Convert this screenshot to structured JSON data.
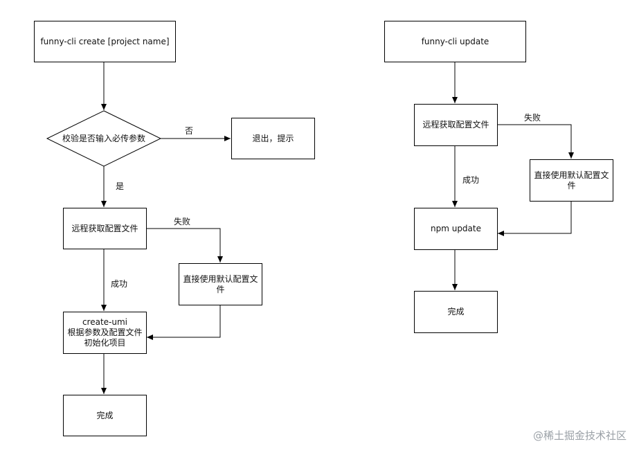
{
  "left_flow": {
    "start": "funny-cli create [project name]",
    "check": "校验是否输入必传参数",
    "no_label": "否",
    "exit": "退出，提示",
    "yes_label": "是",
    "fetch": "远程获取配置文件",
    "fail_label": "失败",
    "default": "直接使用默认配置文\n件",
    "success_label": "成功",
    "init": "create-umi\n根据参数及配置文件\n初始化项目",
    "done": "完成"
  },
  "right_flow": {
    "start": "funny-cli update",
    "fetch": "远程获取配置文件",
    "fail_label": "失败",
    "default": "直接使用默认配置文\n件",
    "success_label": "成功",
    "update": "npm update",
    "done": "完成"
  },
  "watermark": "@稀土掘金技术社区"
}
